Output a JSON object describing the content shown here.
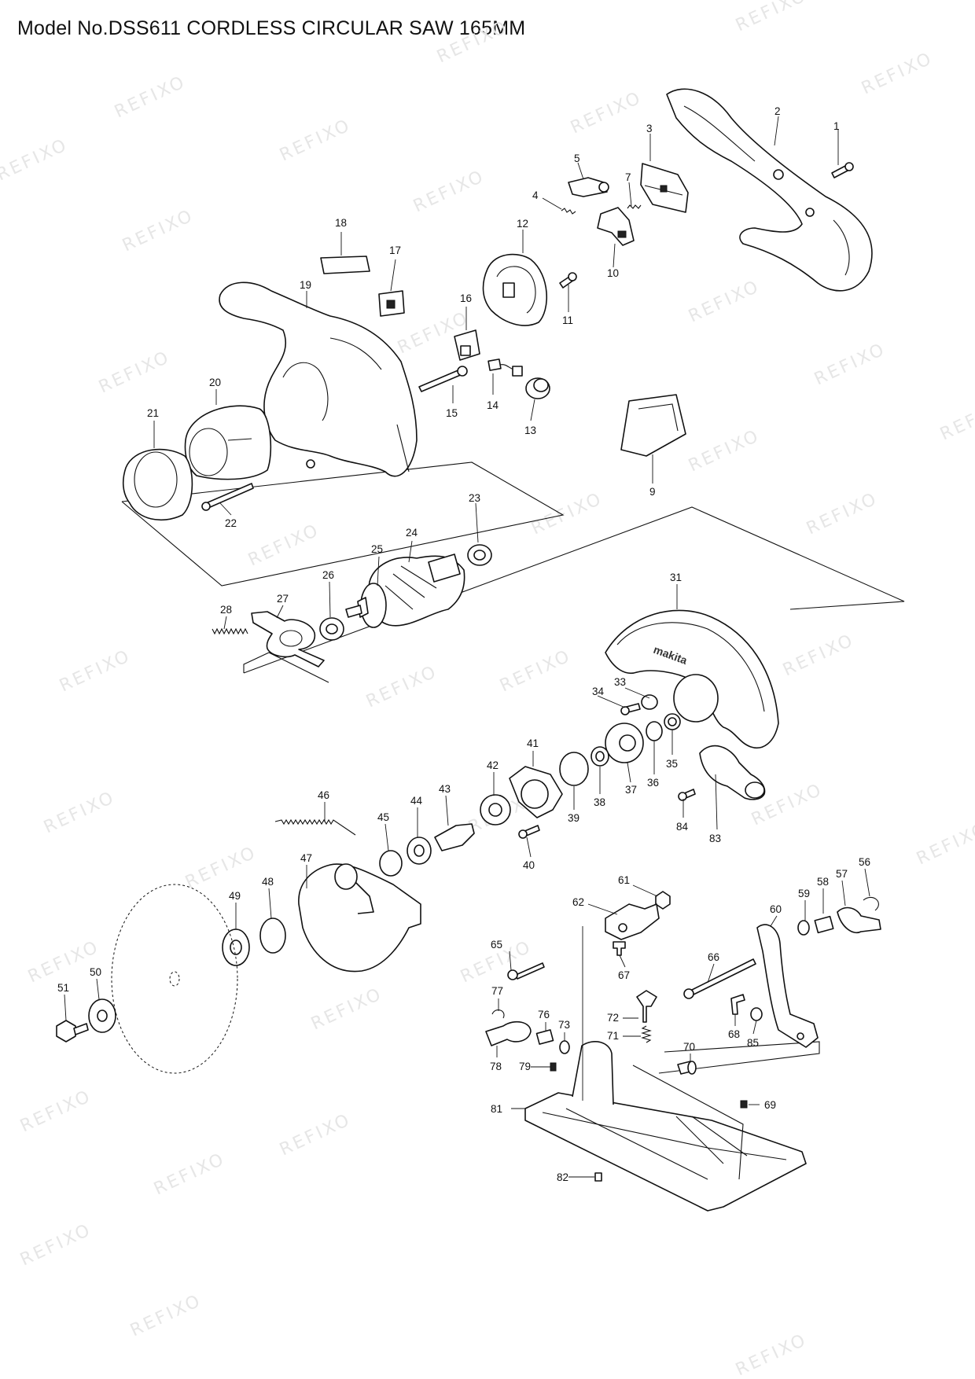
{
  "title": "Model No.DSS611 CORDLESS CIRCULAR SAW 165MM",
  "watermark": "REFIXO",
  "parts": [
    "1",
    "2",
    "3",
    "4",
    "5",
    "7",
    "9",
    "10",
    "11",
    "12",
    "13",
    "14",
    "15",
    "16",
    "17",
    "18",
    "19",
    "20",
    "21",
    "22",
    "23",
    "24",
    "25",
    "26",
    "27",
    "28",
    "31",
    "33",
    "34",
    "35",
    "36",
    "37",
    "38",
    "39",
    "40",
    "41",
    "42",
    "43",
    "44",
    "45",
    "46",
    "47",
    "48",
    "49",
    "50",
    "51",
    "56",
    "57",
    "58",
    "59",
    "60",
    "61",
    "62",
    "65",
    "66",
    "67",
    "68",
    "69",
    "70",
    "71",
    "72",
    "73",
    "76",
    "77",
    "78",
    "79",
    "81",
    "82",
    "83",
    "84",
    "85"
  ]
}
